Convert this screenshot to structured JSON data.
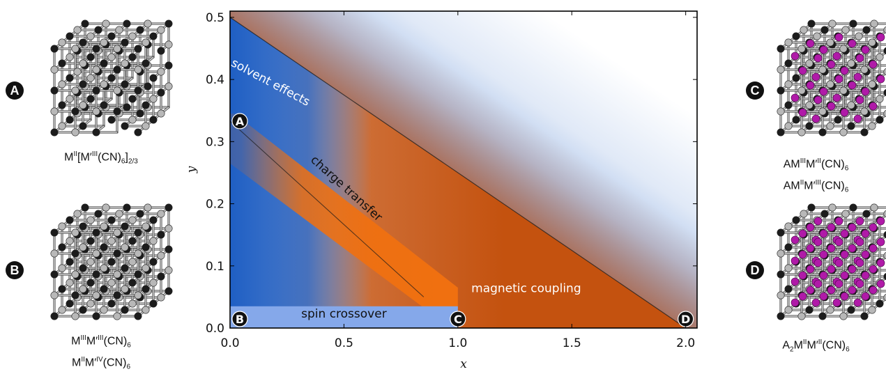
{
  "panels": [
    {
      "id": "A",
      "formula_html": "M<sup>II</sup>[M′<sup>III</sup>(CN)<sub>6</sub>]<sub>2/3</sub>",
      "dopant": false,
      "vacancies": true
    },
    {
      "id": "B",
      "formula_html": "M<sup>III</sup>M′<sup>III</sup>(CN)<sub>6</sub><br>M<sup>II</sup>M′<sup>IV</sup>(CN)<sub>6</sub>",
      "dopant": false,
      "vacancies": false
    },
    {
      "id": "C",
      "formula_html": "AM<sup>III</sup>M′<sup>II</sup>(CN)<sub>6</sub><br>AM<sup>II</sup>M′<sup>III</sup>(CN)<sub>6</sub>",
      "dopant": true,
      "dopant_pattern": "half"
    },
    {
      "id": "D",
      "formula_html": "A<sub>2</sub>M<sup>II</sup>M′<sup>II</sup>(CN)<sub>6</sub>",
      "dopant": true,
      "dopant_pattern": "full"
    }
  ],
  "colors": {
    "blue": "#1f5fc4",
    "orange": "#c4520f",
    "bright_orange": "#f07010",
    "spin_crossover": "#85a8ea",
    "dopant": "#b01aa8",
    "atom_dark": "#1c1c1c",
    "atom_light": "#b8b8b8"
  },
  "chart_data": {
    "type": "area",
    "xlabel": "x",
    "ylabel": "y",
    "xlim": [
      0.0,
      2.05
    ],
    "ylim": [
      0.0,
      0.51
    ],
    "xticks": [
      "0.0",
      "0.5",
      "1.0",
      "1.5",
      "2.0"
    ],
    "xtick_values": [
      0.0,
      0.5,
      1.0,
      1.5,
      2.0
    ],
    "yticks": [
      "0.0",
      "0.1",
      "0.2",
      "0.3",
      "0.4",
      "0.5"
    ],
    "ytick_values": [
      0.0,
      0.1,
      0.2,
      0.3,
      0.4,
      0.5
    ],
    "boundary_lines": [
      {
        "from": [
          0.0,
          0.5
        ],
        "to": [
          2.0,
          0.0
        ]
      },
      {
        "from": [
          0.0,
          0.333
        ],
        "to": [
          1.0,
          0.0
        ]
      }
    ],
    "points": [
      {
        "label": "A",
        "x": 0.0,
        "y": 0.333
      },
      {
        "label": "B",
        "x": 0.0,
        "y": 0.0
      },
      {
        "label": "C",
        "x": 1.0,
        "y": 0.0
      },
      {
        "label": "D",
        "x": 2.0,
        "y": 0.0
      }
    ],
    "regions": [
      {
        "label": "solvent effects",
        "x": 0.17,
        "y": 0.39,
        "angle": 28,
        "color": "#ffffff",
        "size": 17
      },
      {
        "label": "charge transfer",
        "x": 0.5,
        "y": 0.22,
        "angle": 42,
        "color": "#111111",
        "size": 17
      },
      {
        "label": "magnetic coupling",
        "x": 1.3,
        "y": 0.058,
        "angle": 0,
        "color": "#ffffff",
        "size": 17
      },
      {
        "label": "spin crossover",
        "x": 0.5,
        "y": 0.017,
        "angle": 0,
        "color": "#111111",
        "size": 17
      }
    ]
  }
}
